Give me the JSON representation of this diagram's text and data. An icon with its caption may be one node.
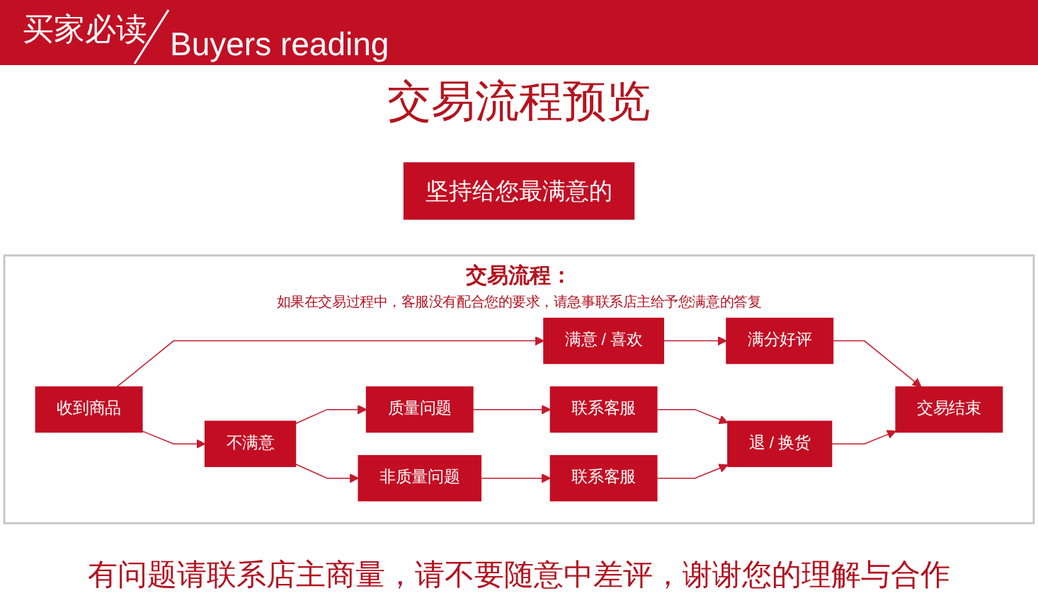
{
  "diagram": {
    "title": "交易流程预览",
    "nodes": [
      {
        "text": [
          "坚持给您最满意的"
        ]
      },
      {
        "text": [
          "交易流程：",
          "如果在交易过程中，客服没有配合您的要求，请急事联系店主给予您满意的答复"
        ]
      },
      {
        "text": [
          "收到商品"
        ],
        "in": 1
      },
      {
        "text": [
          "满意 / 喜欢"
        ],
        "in": 1
      },
      {
        "text": [
          "满分好评"
        ],
        "in": 1
      },
      {
        "text": [
          "交易结束"
        ],
        "in": 1
      },
      {
        "text": [
          "质量问题"
        ],
        "in": 1
      },
      {
        "text": [
          "联系客服"
        ],
        "in": 1
      },
      {
        "text": [
          "不满意"
        ],
        "in": 1
      },
      {
        "text": [
          "非质量问题"
        ],
        "in": 1
      },
      {
        "text": [
          "联系客服"
        ],
        "in": 1
      },
      {
        "text": [
          "退 / 换货"
        ],
        "in": 1
      }
    ],
    "edges": [
      {
        "from": 2,
        "to": 3,
        "arrow": "to"
      },
      {
        "from": 3,
        "to": 4,
        "arrow": "to"
      },
      {
        "from": 4,
        "to": 5,
        "arrow": "to"
      },
      {
        "from": 2,
        "to": 8,
        "arrow": "to"
      },
      {
        "from": 8,
        "to": 6,
        "arrow": "to"
      },
      {
        "from": 8,
        "to": 9,
        "arrow": "to"
      },
      {
        "from": 6,
        "to": 7,
        "arrow": "to"
      },
      {
        "from": 9,
        "to": 10,
        "arrow": "to"
      },
      {
        "from": 7,
        "to": 11,
        "arrow": "to"
      },
      {
        "from": 10,
        "to": 11,
        "arrow": "to"
      },
      {
        "from": 11,
        "to": 5,
        "arrow": "to"
      }
    ],
    "labels": [
      "买家必读",
      "Buyers reading"
    ],
    "caption": "有问题请联系店主商量，请不要随意中差评，谢谢您的理解与合作"
  }
}
